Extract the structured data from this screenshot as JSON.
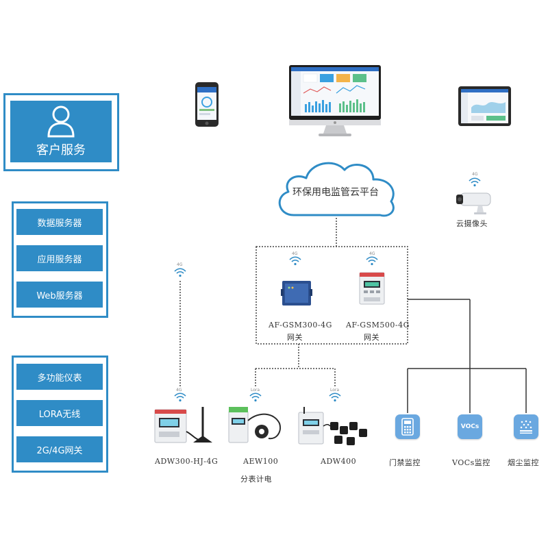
{
  "left_panel": {
    "customer_service": {
      "label": "客户服务"
    },
    "servers": [
      "数据服务器",
      "应用服务器",
      "Web服务器"
    ],
    "devices": [
      "多功能仪表",
      "LORA无线",
      "2G/4G网关"
    ]
  },
  "top_devices": [
    "mobile-phone",
    "desktop-monitor",
    "tablet"
  ],
  "cloud": {
    "label": "环保用电监管云平台"
  },
  "camera": {
    "label": "云摄像头",
    "signal": "4G"
  },
  "gateways": [
    {
      "label": "AF-GSM300-4G",
      "sub": "网关",
      "signal": "4G"
    },
    {
      "label": "AF-GSM500-4G",
      "sub": "网关",
      "signal": "4G"
    }
  ],
  "meters": [
    {
      "label": "ADW300-HJ-4G",
      "sub": "",
      "signal": "4G"
    },
    {
      "label": "AEW100",
      "sub": "分表计电",
      "signal": "Lora"
    },
    {
      "label": "ADW400",
      "sub": "",
      "signal": "Lora"
    }
  ],
  "tall_signal": "4G",
  "sensors": [
    {
      "label": "门禁监控",
      "icon": "access-control-icon",
      "text": ""
    },
    {
      "label": "VOCs监控",
      "icon": "vocs-icon",
      "text": "VOCs"
    },
    {
      "label": "烟尘监控",
      "icon": "dust-icon",
      "text": ""
    }
  ],
  "colors": {
    "accent": "#2f8cc6",
    "tile": "#6aa8e0"
  }
}
